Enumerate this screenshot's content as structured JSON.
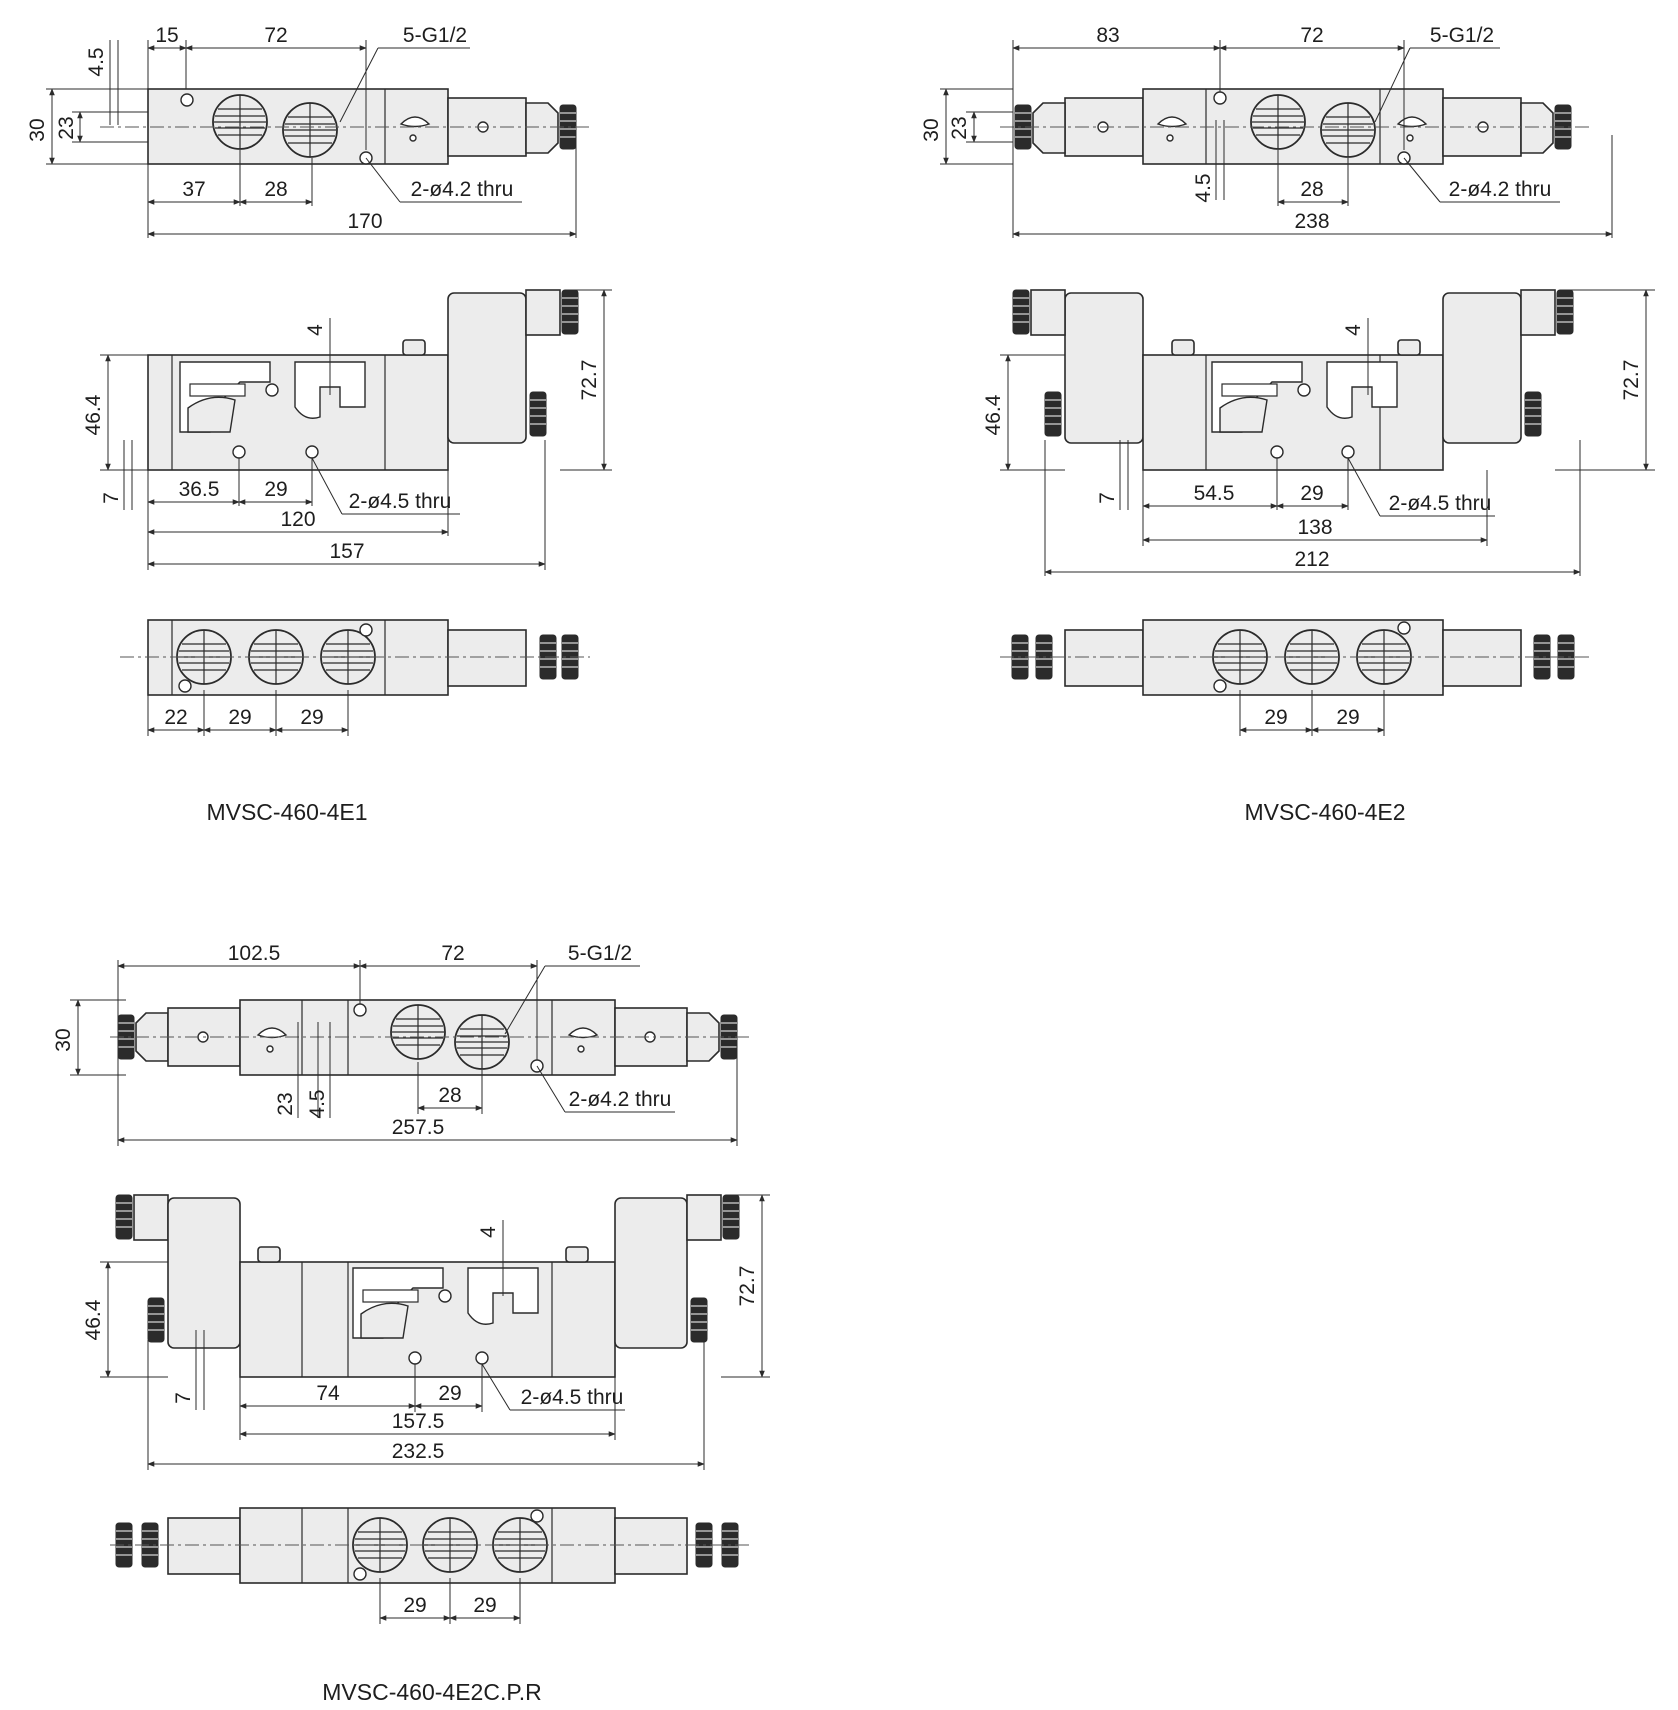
{
  "labels": {
    "top_view_1": {
      "d15": "15",
      "d72": "72",
      "ports": "5-G1/2",
      "d4_5": "4.5",
      "d30": "30",
      "d23": "23",
      "d37": "37",
      "d28": "28",
      "holes": "2-ø4.2 thru",
      "d170": "170"
    },
    "side_view_1": {
      "d4": "4",
      "d46_4": "46.4",
      "d72_7": "72.7",
      "d7": "7",
      "d36_5": "36.5",
      "d29": "29",
      "holes": "2-ø4.5 thru",
      "d120": "120",
      "d157": "157"
    },
    "bottom_view_1": {
      "d22": "22",
      "d29a": "29",
      "d29b": "29"
    },
    "caption_1": "MVSC-460-4E1",
    "top_view_2": {
      "d83": "83",
      "d72": "72",
      "ports": "5-G1/2",
      "d30": "30",
      "d23": "23",
      "d4_5": "4.5",
      "d28": "28",
      "holes": "2-ø4.2 thru",
      "d238": "238"
    },
    "side_view_2": {
      "d4": "4",
      "d46_4": "46.4",
      "d72_7": "72.7",
      "d7": "7",
      "d54_5": "54.5",
      "d29": "29",
      "holes": "2-ø4.5 thru",
      "d138": "138",
      "d212": "212"
    },
    "bottom_view_2": {
      "d29a": "29",
      "d29b": "29"
    },
    "caption_2": "MVSC-460-4E2",
    "top_view_3": {
      "d102_5": "102.5",
      "d72": "72",
      "ports": "5-G1/2",
      "d30": "30",
      "d23": "23",
      "d4_5": "4.5",
      "d28": "28",
      "holes": "2-ø4.2 thru",
      "d257_5": "257.5"
    },
    "side_view_3": {
      "d4": "4",
      "d46_4": "46.4",
      "d72_7": "72.7",
      "d7": "7",
      "d74": "74",
      "d29": "29",
      "holes": "2-ø4.5 thru",
      "d157_5": "157.5",
      "d232_5": "232.5"
    },
    "bottom_view_3": {
      "d29a": "29",
      "d29b": "29"
    },
    "caption_3": "MVSC-460-4E2C.P.R"
  },
  "colors": {
    "line": "#2b2b2b",
    "body_fill": "#ececec",
    "background": "#ffffff"
  },
  "icons": [
    "solenoid-coil",
    "connector-plug",
    "port-thread-grill",
    "mounting-hole",
    "manual-override"
  ]
}
